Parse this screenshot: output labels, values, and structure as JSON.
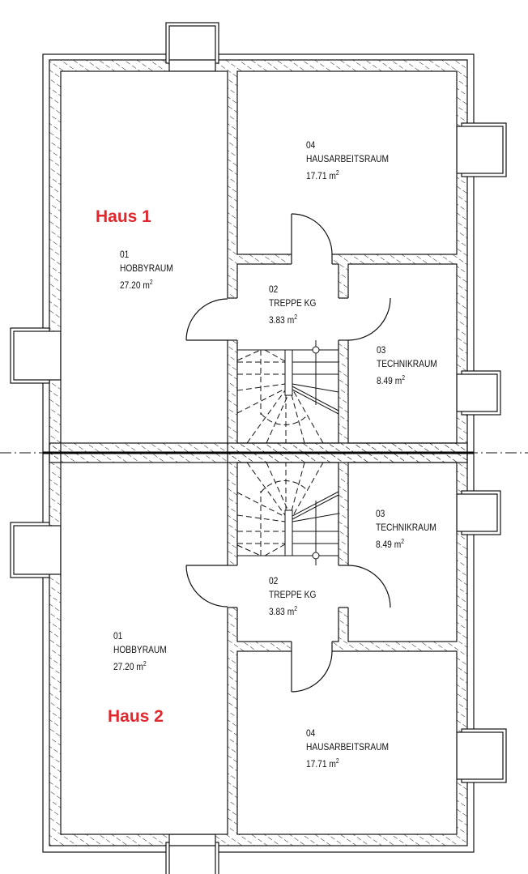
{
  "houses": [
    {
      "label": "Haus 1",
      "rooms": [
        {
          "number": "01",
          "name": "HOBBYRAUM",
          "area": "27.20",
          "unit": "m",
          "exp": "2"
        },
        {
          "number": "02",
          "name": "TREPPE KG",
          "area": "3.83",
          "unit": "m",
          "exp": "2"
        },
        {
          "number": "03",
          "name": "TECHNIKRAUM",
          "area": "8.49",
          "unit": "m",
          "exp": "2"
        },
        {
          "number": "04",
          "name": "HAUSARBEITSRAUM",
          "area": "17.71",
          "unit": "m",
          "exp": "2"
        }
      ]
    },
    {
      "label": "Haus 2",
      "rooms": [
        {
          "number": "01",
          "name": "HOBBYRAUM",
          "area": "27.20",
          "unit": "m",
          "exp": "2"
        },
        {
          "number": "02",
          "name": "TREPPE KG",
          "area": "3.83",
          "unit": "m",
          "exp": "2"
        },
        {
          "number": "03",
          "name": "TECHNIKRAUM",
          "area": "8.49",
          "unit": "m",
          "exp": "2"
        },
        {
          "number": "04",
          "name": "HAUSARBEITSRAUM",
          "area": "17.71",
          "unit": "m",
          "exp": "2"
        }
      ]
    }
  ],
  "colors": {
    "house_label": "#e0282e",
    "line": "#111111"
  }
}
